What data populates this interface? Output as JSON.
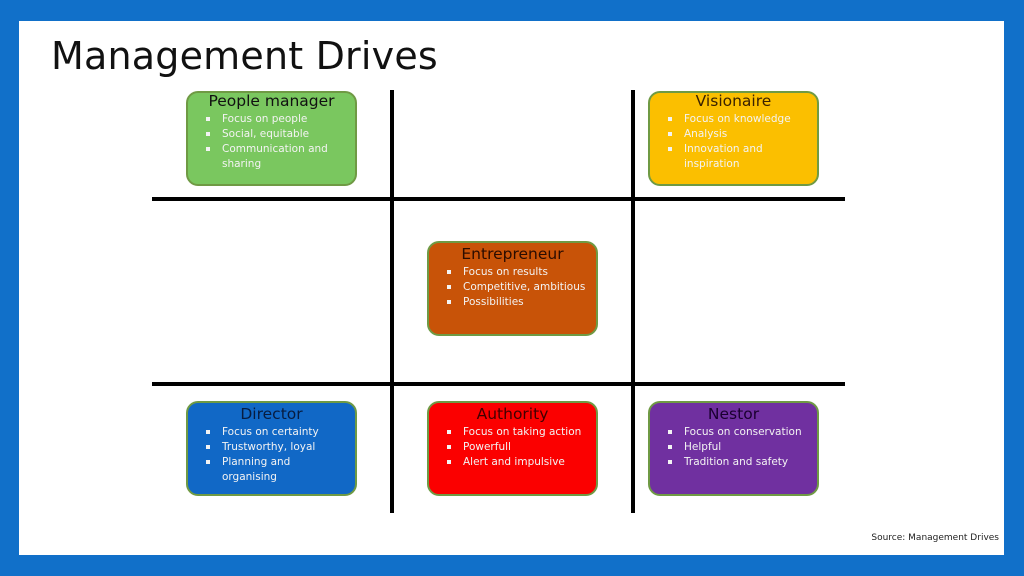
{
  "slide": {
    "title": "Management Drives",
    "source": "Source: Management Drives",
    "background_color": "#1170c9"
  },
  "drives": [
    {
      "id": "people-manager",
      "title": "People manager",
      "color": "#7ac75f",
      "title_color": "#111111",
      "items": [
        "Focus on people",
        "Social, equitable",
        "Communication and sharing"
      ]
    },
    {
      "id": "visionaire",
      "title": "Visionaire",
      "color": "#fbbf00",
      "title_color": "#3a2200",
      "items": [
        "Focus on knowledge",
        "Analysis",
        "Innovation and inspiration"
      ]
    },
    {
      "id": "entrepreneur",
      "title": "Entrepreneur",
      "color": "#c85308",
      "title_color": "#2a0c00",
      "items": [
        "Focus on results",
        "Competitive, ambitious",
        "Possibilities"
      ]
    },
    {
      "id": "director",
      "title": "Director",
      "color": "#1168c6",
      "title_color": "#071c40",
      "items": [
        "Focus on certainty",
        "Trustworthy, loyal",
        "Planning and organising"
      ]
    },
    {
      "id": "authority",
      "title": "Authority",
      "color": "#fb0000",
      "title_color": "#400000",
      "items": [
        "Focus on taking action",
        "Powerfull",
        "Alert and impulsive"
      ]
    },
    {
      "id": "nestor",
      "title": "Nestor",
      "color": "#7030a0",
      "title_color": "#1a0030",
      "items": [
        "Focus on conservation",
        "Helpful",
        "Tradition and safety"
      ]
    }
  ]
}
